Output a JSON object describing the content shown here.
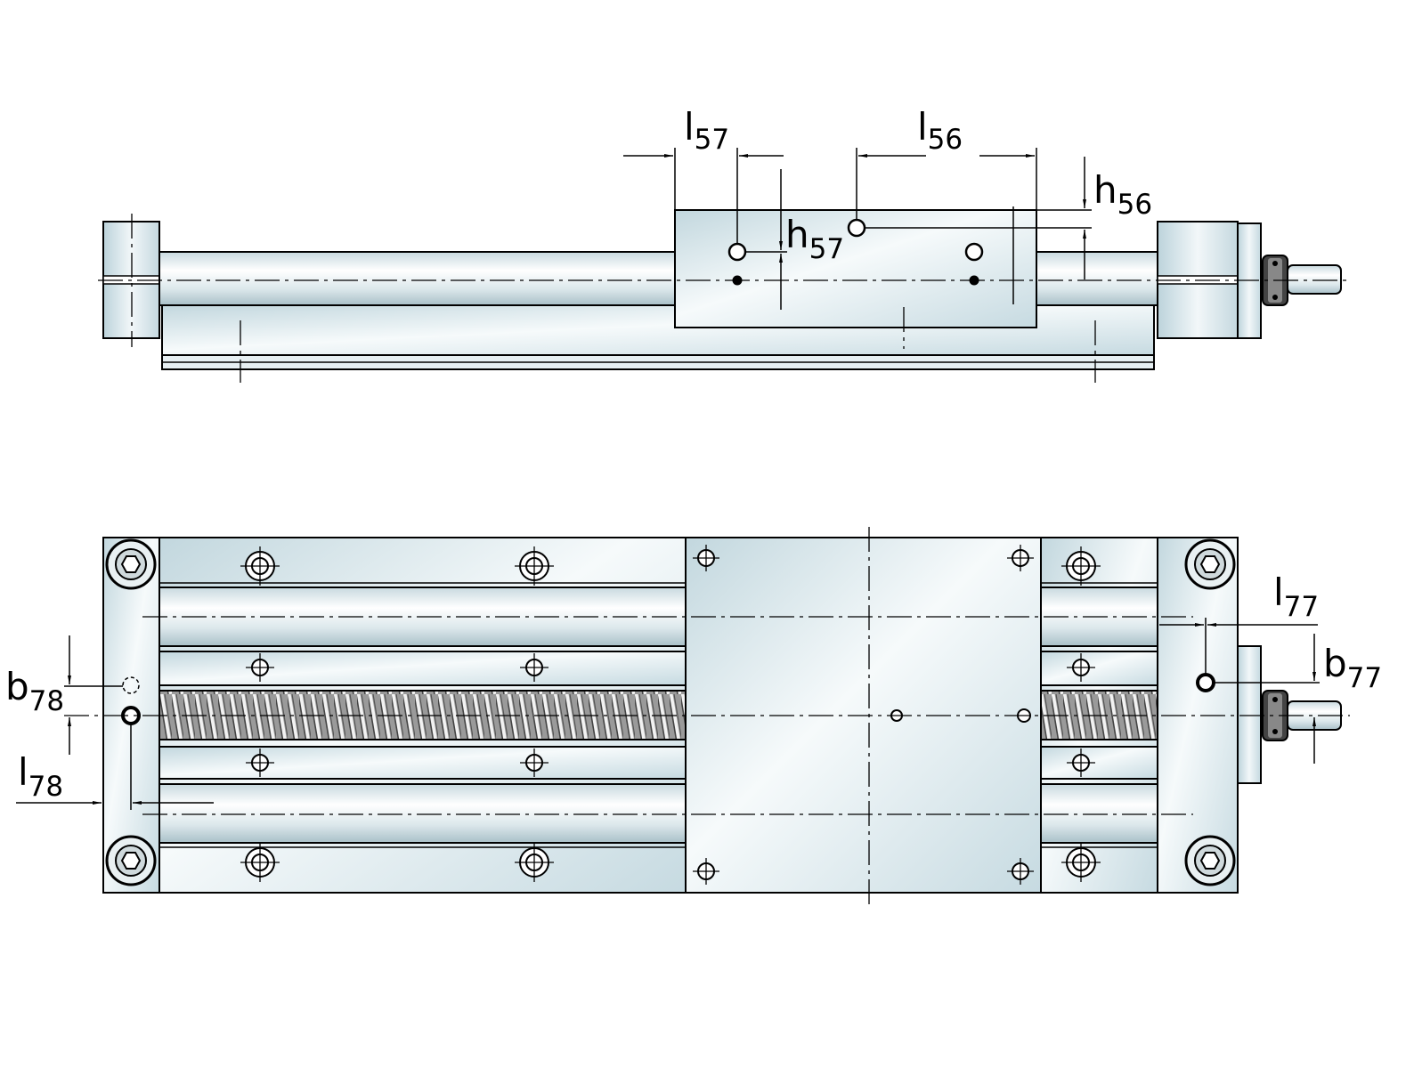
{
  "colors": {
    "metal_light": "#f4f8fa",
    "metal_mid": "#dde9ee",
    "metal_dark": "#b9d0d8",
    "line": "#000000"
  },
  "labels": {
    "l57": {
      "main": "l",
      "sub": "57"
    },
    "l56": {
      "main": "l",
      "sub": "56"
    },
    "h57": {
      "main": "h",
      "sub": "57"
    },
    "h56": {
      "main": "h",
      "sub": "56"
    },
    "l77": {
      "main": "l",
      "sub": "77"
    },
    "b77": {
      "main": "b",
      "sub": "77"
    },
    "b78": {
      "main": "b",
      "sub": "78"
    },
    "l78": {
      "main": "l",
      "sub": "78"
    }
  }
}
